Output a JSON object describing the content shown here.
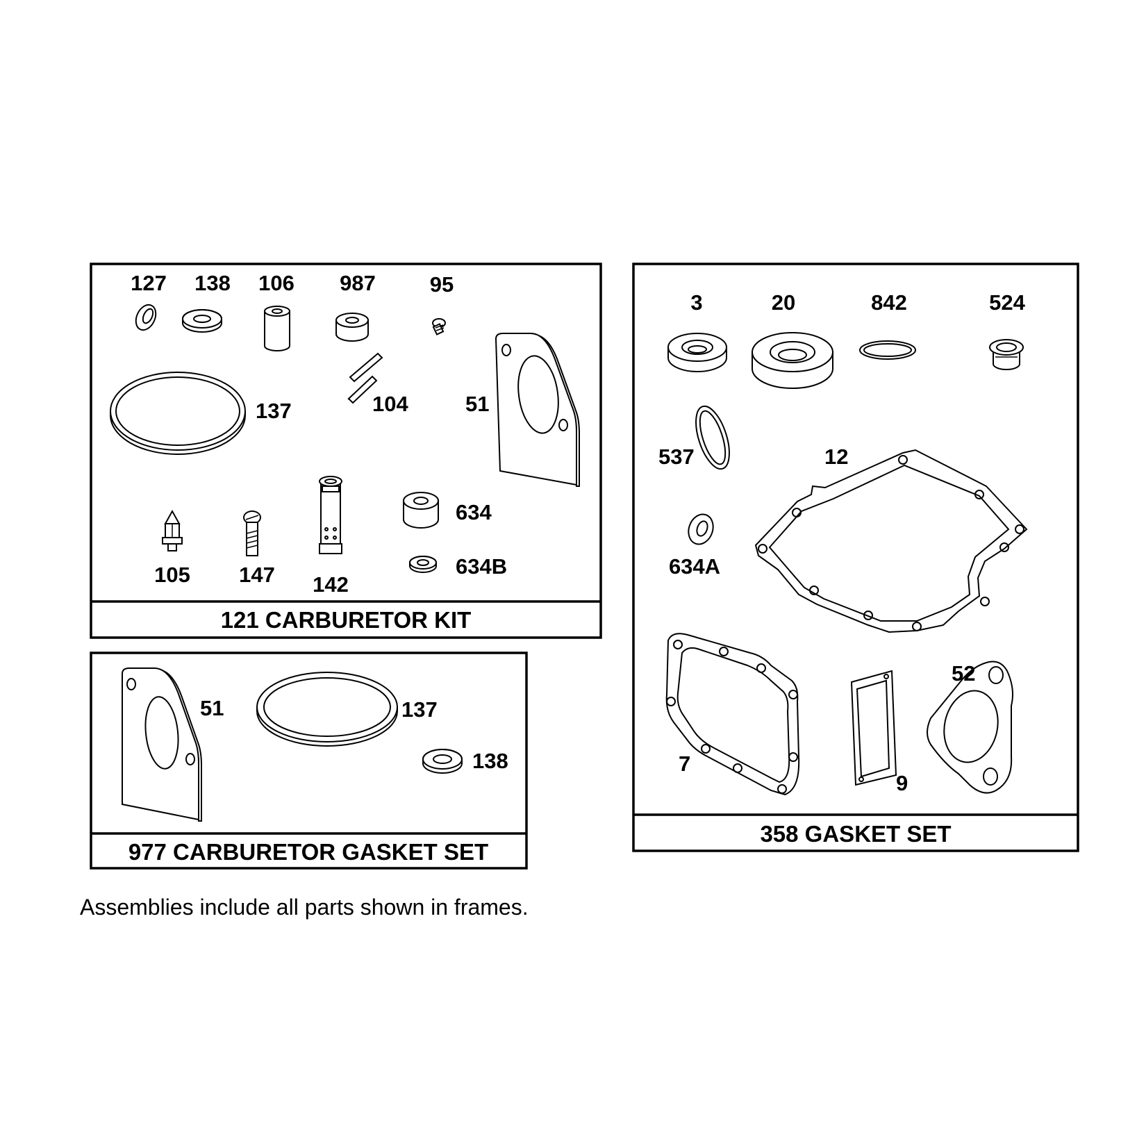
{
  "kits": {
    "carb_kit": {
      "title": "121 CARBURETOR KIT",
      "labels": {
        "n127": "127",
        "n138": "138",
        "n106": "106",
        "n987": "987",
        "n95": "95",
        "n137": "137",
        "n104": "104",
        "n51": "51",
        "n634": "634",
        "n105": "105",
        "n147": "147",
        "n142": "142",
        "n634b": "634B"
      }
    },
    "carb_gasket_set": {
      "title": "977 CARBURETOR GASKET SET",
      "labels": {
        "n51": "51",
        "n137": "137",
        "n138": "138"
      }
    },
    "gasket_set": {
      "title": "358 GASKET SET",
      "labels": {
        "n3": "3",
        "n20": "20",
        "n842": "842",
        "n524": "524",
        "n537": "537",
        "n12": "12",
        "n634a": "634A",
        "n7": "7",
        "n9": "9",
        "n52": "52"
      }
    }
  },
  "footnote": "Assemblies include all parts shown in frames."
}
